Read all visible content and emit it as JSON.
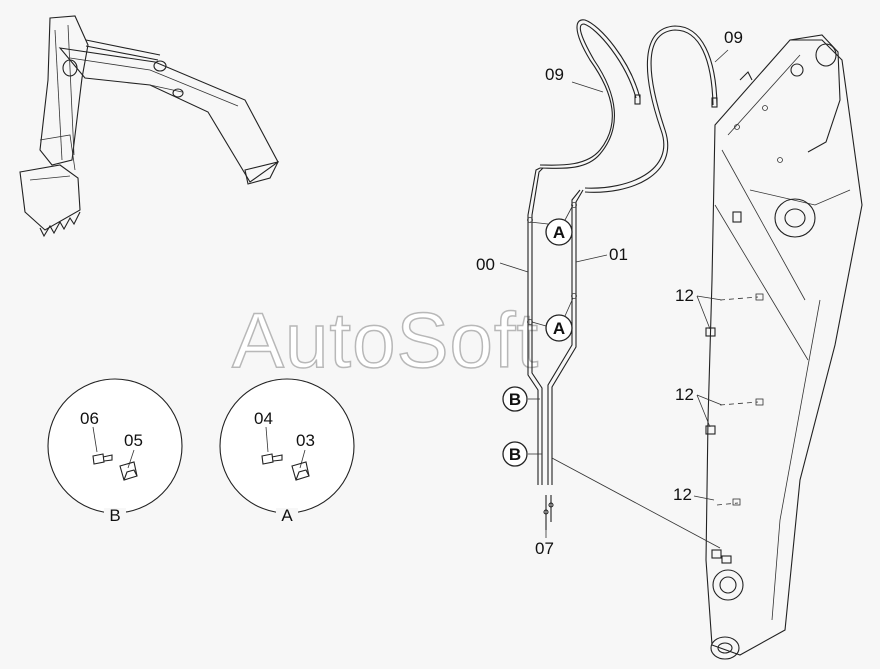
{
  "watermark": "AutoSoft",
  "callouts": {
    "hose_09_left": "09",
    "hose_09_right": "09",
    "pipe_00": "00",
    "pipe_01": "01",
    "bolt_07": "07",
    "pad_12_top": "12",
    "pad_12_mid": "12",
    "pad_12_bot": "12"
  },
  "section_refs": {
    "a_upper": "A",
    "a_lower": "A",
    "b_upper": "B",
    "b_lower": "B"
  },
  "detail_b": {
    "title": "B",
    "bolt": "06",
    "clamp": "05"
  },
  "detail_a": {
    "title": "A",
    "bolt": "04",
    "clamp": "03"
  }
}
